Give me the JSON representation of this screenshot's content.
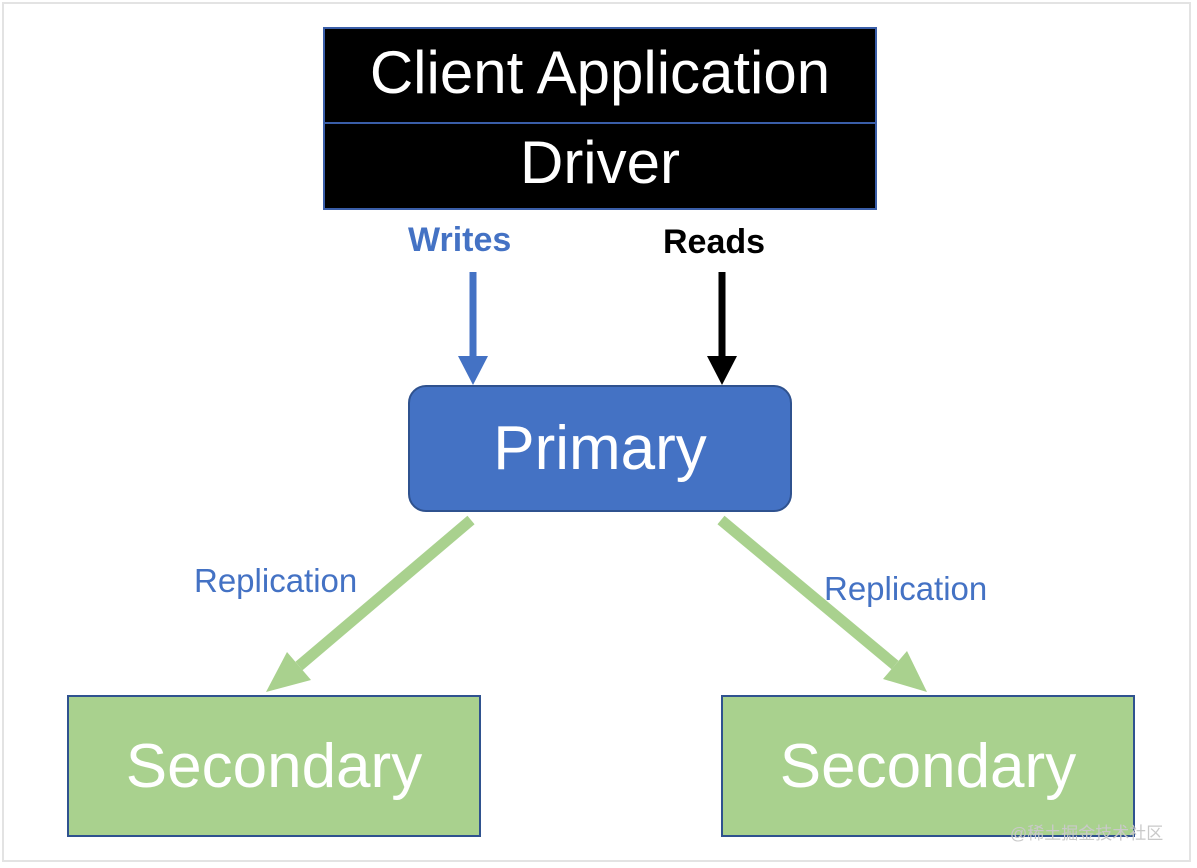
{
  "client": {
    "top_label": "Client Application",
    "bottom_label": "Driver"
  },
  "flows": {
    "writes_label": "Writes",
    "reads_label": "Reads"
  },
  "primary": {
    "label": "Primary"
  },
  "secondaries": [
    {
      "label": "Secondary"
    },
    {
      "label": "Secondary"
    }
  ],
  "replication": {
    "left_label": "Replication",
    "right_label": "Replication"
  },
  "watermark": "@稀土掘金技术社区",
  "colors": {
    "primary_fill": "#4472c4",
    "secondary_fill": "#a9d18e",
    "writes_arrow": "#4472c4",
    "reads_arrow": "#000000",
    "replication_arrow": "#a9d18e"
  }
}
